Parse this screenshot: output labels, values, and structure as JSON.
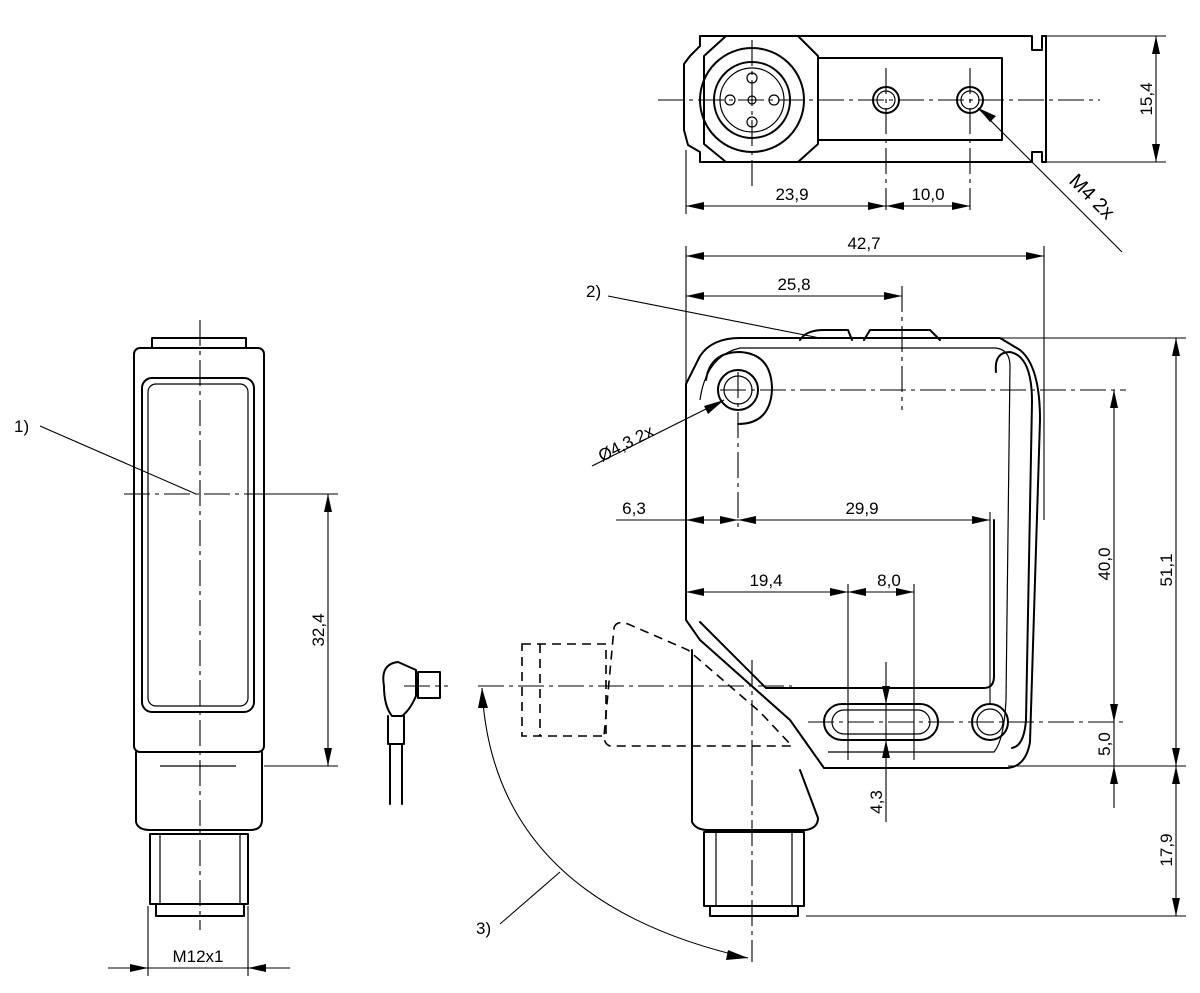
{
  "drawing": {
    "notes": {
      "n1": "1)",
      "n2": "2)",
      "n3": "3)"
    },
    "top_view": {
      "d_width": "15,4",
      "d_pos1": "23,9",
      "d_pitch": "10,0",
      "thread": "M4 2x"
    },
    "front_view": {
      "d_overall_width": "42,7",
      "d_center_x": "25,8",
      "hole": "Ø4,3 2x",
      "d_6_3": "6,3",
      "d_29_9": "29,9",
      "d_19_4": "19,4",
      "d_8_0": "8,0",
      "d_40_0": "40,0",
      "d_51_1": "51,1",
      "d_5_0": "5,0",
      "d_4_3": "4,3",
      "d_17_9": "17,9"
    },
    "side_view": {
      "d_32_4": "32,4",
      "connector": "M12x1"
    }
  }
}
